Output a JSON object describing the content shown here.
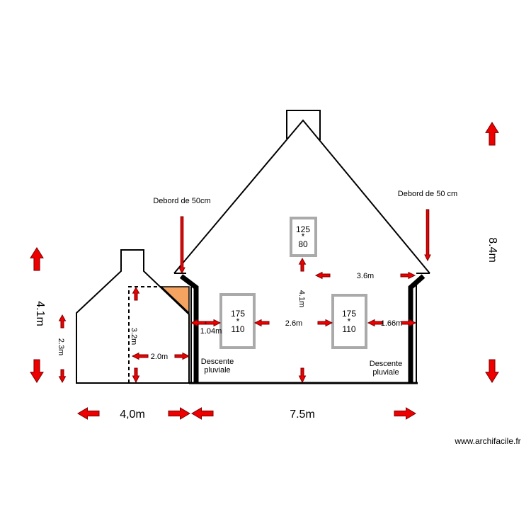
{
  "labels": {
    "overhang_left": "Debord de 50cm",
    "overhang_right": "Debord de 50 cm",
    "height_left": "4.1m",
    "height_small": "2.3m",
    "height_inner": "3.2m",
    "width_inner": "2.0m",
    "dist_window1": "1.04m",
    "downpipe_left": [
      "Descente",
      "pluviale"
    ],
    "downpipe_right": [
      "Descente",
      "pluviale"
    ],
    "dist_between_windows": "2.6m",
    "height_center": "4.1m",
    "dist_top_window": "3.6m",
    "dist_window2": "1.66m",
    "height_total": "8.4m",
    "width_small": "4,0m",
    "width_main": "7.5m",
    "watermark": "www.archifacile.fr"
  },
  "windows": [
    {
      "w": "175",
      "sep": "*",
      "h": "110"
    },
    {
      "w": "175",
      "sep": "*",
      "h": "110"
    },
    {
      "w": "125",
      "sep": "*",
      "h": "80"
    }
  ],
  "colors": {
    "arrow": "#ee0000",
    "arrow_outline": "#7a0000",
    "infill": "#f4a460",
    "window_frame": "#aaaaaa"
  }
}
